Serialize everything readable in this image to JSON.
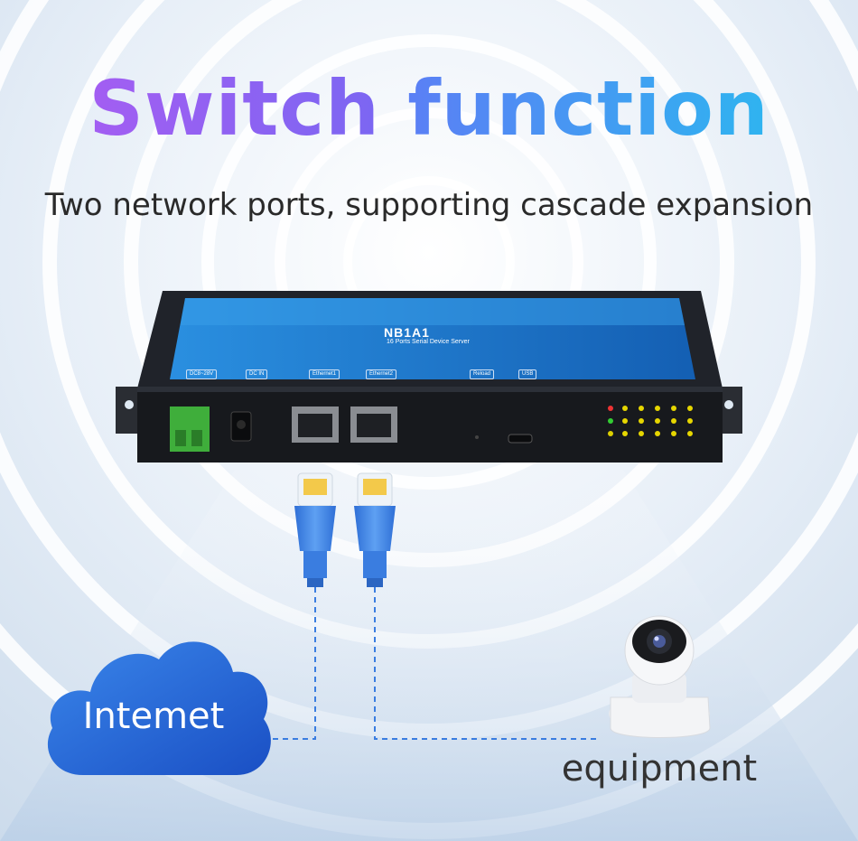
{
  "title": {
    "part1": "Switch",
    "part2": "function"
  },
  "subtitle": "Two network ports, supporting cascade expansion",
  "device": {
    "model": "NB1A1",
    "description": "16 Ports Serial Device Server",
    "labels": {
      "power": "DC8~28V",
      "dc_in": "DC IN",
      "eth1": "Ethernet1",
      "eth2": "Ethernet2",
      "reload": "Reload",
      "usb": "USB"
    }
  },
  "cloud": {
    "label": "Intemet"
  },
  "camera": {
    "label": "equipment"
  },
  "colors": {
    "title_start": "#a35ef2",
    "title_end": "#2fb4f0",
    "device_panel": "#1f86d6",
    "device_body": "#1b1d21",
    "cloud": "#2a6ad9",
    "cable": "#3a7de0",
    "terminal": "#3fae3b"
  }
}
